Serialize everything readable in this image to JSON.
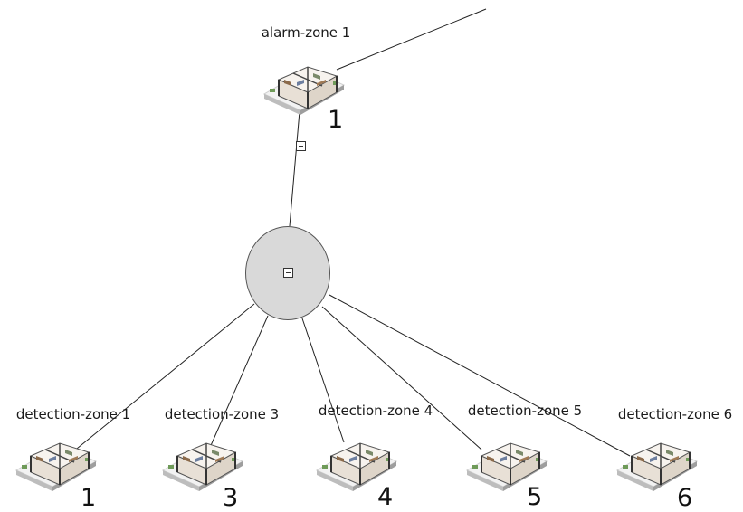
{
  "colors": {
    "hub_fill": "#d9d9d9",
    "link": "#222222"
  },
  "alarm_zone": {
    "label": "alarm-zone 1",
    "number": "1",
    "icon": "house-floorplan-icon"
  },
  "hub": {
    "toggle": "collapse"
  },
  "detection_zones": [
    {
      "label": "detection-zone 1",
      "number": "1",
      "icon": "house-floorplan-icon"
    },
    {
      "label": "detection-zone 3",
      "number": "3",
      "icon": "house-floorplan-icon"
    },
    {
      "label": "detection-zone 4",
      "number": "4",
      "icon": "house-floorplan-icon"
    },
    {
      "label": "detection-zone 5",
      "number": "5",
      "icon": "house-floorplan-icon"
    },
    {
      "label": "detection-zone 6",
      "number": "6",
      "icon": "house-floorplan-icon"
    }
  ]
}
